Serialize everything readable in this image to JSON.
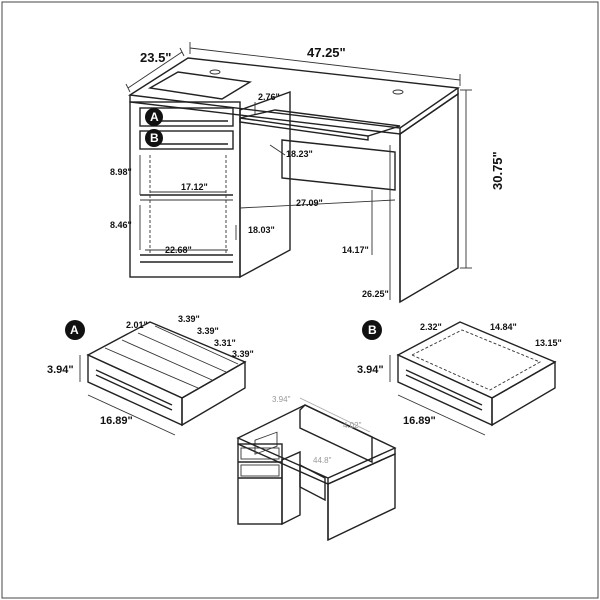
{
  "main_desk": {
    "width": "47.25\"",
    "depth": "23.5\"",
    "height": "30.75\"",
    "keyboard_tray_thickness": "2.76\"",
    "tray_depth": "18.23\"",
    "drawer_height": "8.98\"",
    "shelf_width": "17.12\"",
    "knee_width": "27.09\"",
    "shelf_opening": "8.46\"",
    "side_height": "18.03\"",
    "cabinet_width": "22.68\"",
    "knee_clear_upper": "14.17\"",
    "knee_clear_total": "26.25\"",
    "badge_a": "A",
    "badge_b": "B"
  },
  "drawer_a": {
    "badge": "A",
    "divider_1": "2.01\"",
    "slot_1": "3.39\"",
    "slot_2": "3.39\"",
    "slot_3": "3.31\"",
    "slot_4": "3.39\"",
    "height": "3.94\"",
    "width": "16.89\""
  },
  "drawer_b": {
    "badge": "B",
    "inner_depth": "2.32\"",
    "inner_width": "14.84\"",
    "inner_length": "13.15\"",
    "height": "3.94\"",
    "width": "16.89\""
  },
  "hutch": {
    "dim_a": "3.94\"",
    "dim_b": "4.02\"",
    "dim_c": "44.8\""
  }
}
